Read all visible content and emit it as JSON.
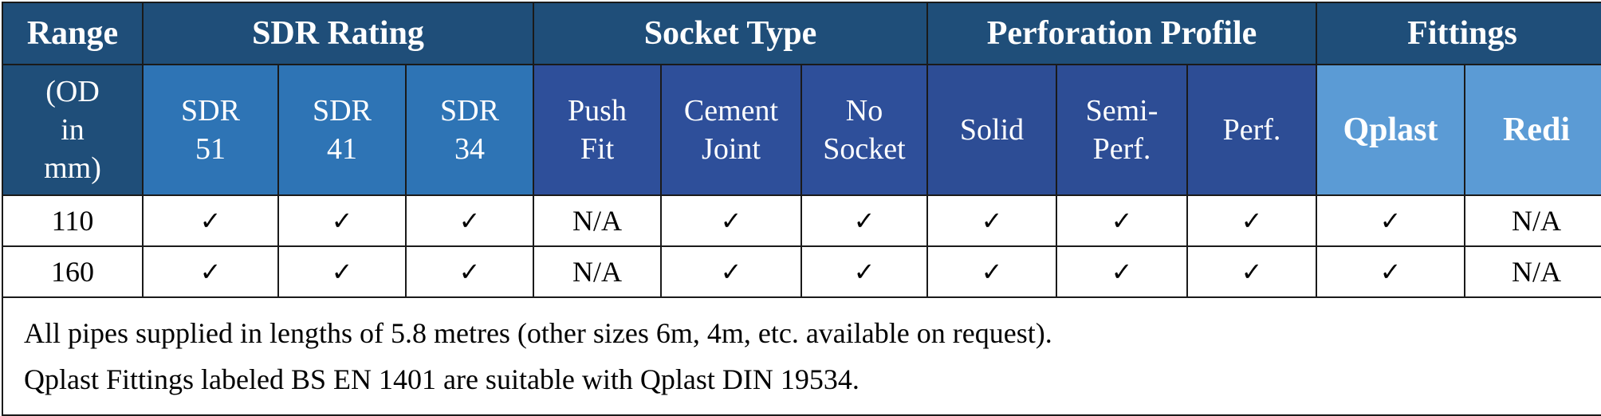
{
  "header": {
    "range": "Range",
    "sdr_rating": "SDR Rating",
    "socket_type": "Socket Type",
    "perforation_profile": "Perforation Profile",
    "fittings": "Fittings"
  },
  "subheader": {
    "range_unit": "(OD in mm)",
    "sdr51": "SDR 51",
    "sdr41": "SDR 41",
    "sdr34": "SDR 34",
    "push_fit": "Push Fit",
    "cement_joint": "Cement Joint",
    "no_socket": "No Socket",
    "solid": "Solid",
    "semi_perf": "Semi-Perf.",
    "perf": "Perf.",
    "qplast": "Qplast",
    "redi": "Redi"
  },
  "rows": [
    {
      "range": "110",
      "cells": [
        "✓",
        "✓",
        "✓",
        "N/A",
        "✓",
        "✓",
        "✓",
        "✓",
        "✓",
        "✓",
        "N/A"
      ]
    },
    {
      "range": "160",
      "cells": [
        "✓",
        "✓",
        "✓",
        "N/A",
        "✓",
        "✓",
        "✓",
        "✓",
        "✓",
        "✓",
        "N/A"
      ]
    }
  ],
  "notes": [
    "All pipes supplied in lengths of 5.8 metres (other sizes 6m, 4m, etc. available on request).",
    "Qplast Fittings labeled BS EN 1401 are suitable with Qplast DIN 19534."
  ],
  "colors": {
    "header_dark": "#1f4e79",
    "sdr_blue": "#2e74b5",
    "socket_blue": "#2e4f9a",
    "fittings_light": "#5b9bd5"
  }
}
